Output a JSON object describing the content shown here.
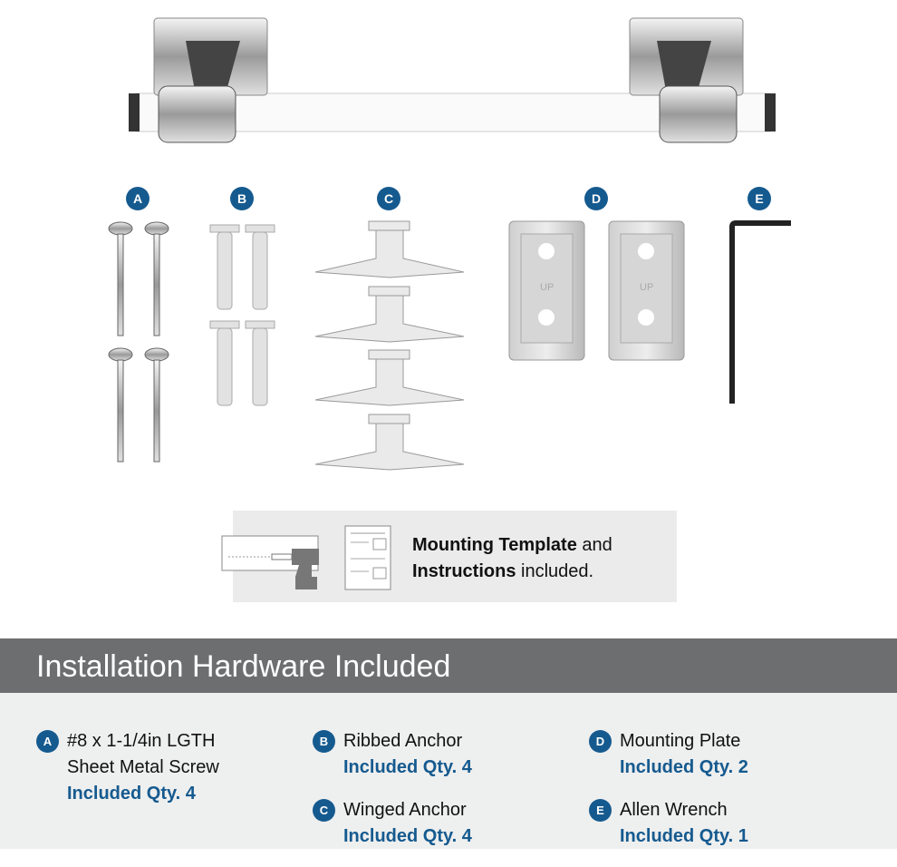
{
  "parts": [
    {
      "letter": "A",
      "name": "screw"
    },
    {
      "letter": "B",
      "name": "ribbed-anchor"
    },
    {
      "letter": "C",
      "name": "winged-anchor"
    },
    {
      "letter": "D",
      "name": "mounting-plate"
    },
    {
      "letter": "E",
      "name": "allen-wrench"
    }
  ],
  "plate_marking": "UP",
  "template": {
    "bold1": "Mounting Template",
    "text1": " and",
    "bold2": "Instructions",
    "text2": " included."
  },
  "section_title": "Installation Hardware Included",
  "legend": [
    {
      "letter": "A",
      "line1": "#8 x 1-1/4in LGTH",
      "line2": "Sheet Metal Screw",
      "qty": "Included Qty. 4"
    },
    {
      "letter": "B",
      "line1": "Ribbed Anchor",
      "qty": "Included Qty. 4"
    },
    {
      "letter": "C",
      "line1": "Winged Anchor",
      "qty": "Included Qty. 4"
    },
    {
      "letter": "D",
      "line1": "Mounting Plate",
      "qty": "Included Qty. 2"
    },
    {
      "letter": "E",
      "line1": "Allen Wrench",
      "qty": "Included Qty. 1"
    }
  ],
  "colors": {
    "accent": "#155a8f",
    "band": "#6d6e70",
    "panel": "#eeefef"
  }
}
